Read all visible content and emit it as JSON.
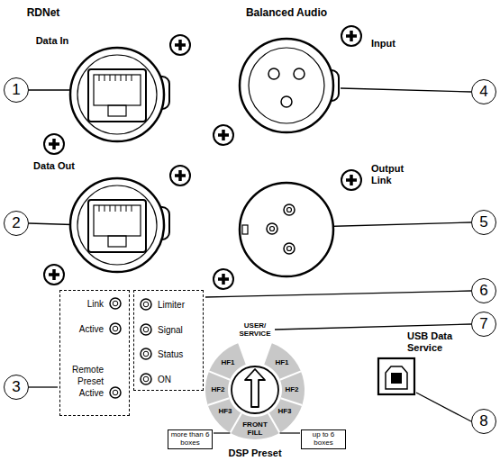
{
  "diagram": {
    "nodes": [
      {
        "text": [
          "1"
        ]
      },
      {
        "text": [
          "2"
        ]
      },
      {
        "text": [
          "3"
        ]
      },
      {
        "text": [
          "4"
        ]
      },
      {
        "text": [
          "5"
        ]
      },
      {
        "text": [
          "6"
        ]
      },
      {
        "text": [
          "7"
        ]
      },
      {
        "text": [
          "8"
        ]
      },
      {
        "text": [
          "Link",
          "Active",
          "Remote Preset Active"
        ]
      },
      {
        "text": [
          "Limiter",
          "Signal",
          "Status",
          "ON"
        ]
      },
      {
        "text": [
          "more than 6 boxes"
        ]
      },
      {
        "text": [
          "up to 6 boxes"
        ]
      }
    ],
    "labels": [
      "RDNet",
      "Balanced Audio",
      "Data In",
      "Input",
      "Data Out",
      "Output Link",
      "USER/ SERVICE",
      "HF1",
      "HF2",
      "HF3",
      "FRONT FILL",
      "HF1",
      "HF2",
      "HF3",
      "DSP Preset",
      "USB Data Service"
    ]
  }
}
